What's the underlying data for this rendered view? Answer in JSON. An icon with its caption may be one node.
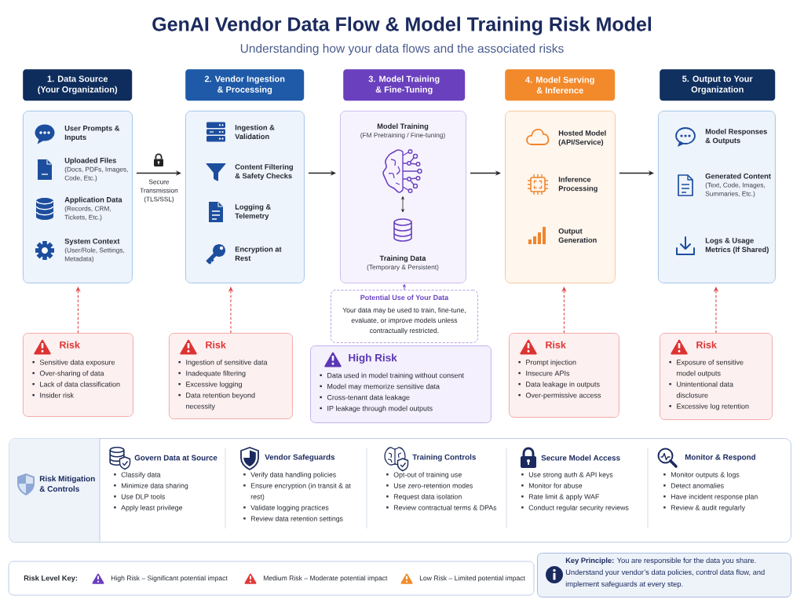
{
  "diagram": {
    "title": "GenAI Vendor Data Flow & Model Training Risk Model",
    "nodes": [
      {
        "text": [
          "1. Data Source (Your Organization)"
        ]
      },
      {
        "text": [
          "2. Vendor Ingestion & Processing"
        ]
      },
      {
        "text": [
          "3. Model Training & Fine-Tuning"
        ]
      },
      {
        "text": [
          "4. Model Serving & Inference"
        ]
      },
      {
        "text": [
          "5. Output to Your Organization"
        ]
      },
      {
        "text": [],
        "shape": "box"
      },
      {
        "text": [
          "User Prompts & Inputs"
        ],
        "in": 5
      },
      {
        "text": [
          "Uploaded Files",
          "(Docs, PDFs, Images, Code, Etc.)"
        ],
        "in": 5
      },
      {
        "text": [
          "Application Data",
          "(Records, CRM, Tickets, Etc.)"
        ],
        "in": 5
      },
      {
        "text": [
          "System Context",
          "(User/Role, Settings, Metadata)"
        ],
        "in": 5
      },
      {
        "text": [],
        "shape": "box"
      },
      {
        "text": [
          "Ingestion & Validation"
        ],
        "in": 10
      },
      {
        "text": [
          "Content Filtering & Safety Checks"
        ],
        "in": 10
      },
      {
        "text": [
          "Logging & Telemetry"
        ],
        "in": 10
      },
      {
        "text": [
          "Encryption at Rest"
        ],
        "in": 10
      },
      {
        "text": [],
        "shape": "box"
      },
      {
        "text": [
          "Model Training",
          "(FM Pretraining / Fine-tuning)"
        ],
        "in": 15
      },
      {
        "text": [
          "Training Data",
          "(Temporary & Persistent)"
        ],
        "in": 15
      },
      {
        "text": [],
        "shape": "box"
      },
      {
        "text": [
          "Hosted Model (API/Service)"
        ],
        "in": 18
      },
      {
        "text": [
          "Inference Processing"
        ],
        "in": 18
      },
      {
        "text": [
          "Output Generation"
        ],
        "in": 18
      },
      {
        "text": [],
        "shape": "box"
      },
      {
        "text": [
          "Model Responses & Outputs"
        ],
        "in": 22
      },
      {
        "text": [
          "Generated Content",
          "(Text, Code, Images, Summaries, Etc.)"
        ],
        "in": 22
      },
      {
        "text": [
          "Logs & Usage Metrics (If Shared)"
        ],
        "in": 22
      },
      {
        "text": [
          "Risk",
          "Sensitive data exposure",
          "Over-sharing of data",
          "Lack of data classification",
          "Insider risk"
        ]
      },
      {
        "text": [
          "Risk",
          "Ingestion of sensitive data",
          "Inadequate filtering",
          "Excessive logging",
          "Data retention beyond necessity"
        ]
      },
      {
        "text": [
          "Potential Use of Your Data",
          "Your data may be used to train, fine-tune, evaluate, or improve models unless contractually restricted."
        ]
      },
      {
        "text": [
          "High Risk",
          "Data used in model training without consent",
          "Model may memorize sensitive data",
          "Cross-tenant data leakage",
          "IP leakage through model outputs"
        ]
      },
      {
        "text": [
          "Risk",
          "Prompt injection",
          "Insecure APIs",
          "Data leakage in outputs",
          "Over-permissive access"
        ]
      },
      {
        "text": [
          "Risk",
          "Exposure of sensitive model outputs",
          "Unintentional data disclosure",
          "Excessive log retention"
        ]
      },
      {
        "text": [
          "Risk Mitigation & Controls"
        ]
      },
      {
        "text": [
          "Govern Data at Source",
          "Classify data",
          "Minimize data sharing",
          "Use DLP tools",
          "Apply least privilege"
        ],
        "in": 32
      },
      {
        "text": [
          "Vendor Safeguards",
          "Verify data handling policies",
          "Ensure encryption (in transit & at rest)",
          "Validate logging practices",
          "Review data retention settings"
        ],
        "in": 32
      },
      {
        "text": [
          "Training Controls",
          "Opt-out of training use",
          "Use zero-retention modes",
          "Request data isolation",
          "Review contractual terms & DPAs"
        ],
        "in": 32
      },
      {
        "text": [
          "Secure Model Access",
          "Use strong auth & API keys",
          "Monitor for abuse",
          "Rate limit & apply WAF",
          "Conduct regular security reviews"
        ],
        "in": 32
      },
      {
        "text": [
          "Monitor & Respond",
          "Monitor outputs & logs",
          "Detect anomalies",
          "Have incident response plan",
          "Review & audit regularly"
        ],
        "in": 32
      },
      {
        "text": [
          "**Key Principle:** You are responsible for the data you share. Understand your vendor’s data policies, control data flow, and implement safeguards at every step."
        ]
      }
    ],
    "edges": [
      {
        "from": 5,
        "to": 10,
        "arrow": "to",
        "label": "Secure Transmission (TLS/SSL)"
      },
      {
        "from": 10,
        "to": 15,
        "arrow": "to"
      },
      {
        "from": 15,
        "to": 18,
        "arrow": "to"
      },
      {
        "from": 18,
        "to": 22,
        "arrow": "to"
      },
      {
        "from": 16,
        "to": 17,
        "arrow": "both"
      },
      {
        "from": 26,
        "to": 5,
        "arrow": "to",
        "style": "dashed",
        "color": "#e04848"
      },
      {
        "from": 27,
        "to": 10,
        "arrow": "to",
        "style": "dashed",
        "color": "#e04848"
      },
      {
        "from": 28,
        "to": 15,
        "arrow": "to",
        "color": "#7b4fd0"
      },
      {
        "from": 30,
        "to": 18,
        "arrow": "to",
        "style": "dashed",
        "color": "#e04848"
      },
      {
        "from": 31,
        "to": 22,
        "arrow": "to",
        "style": "dashed",
        "color": "#e04848"
      }
    ],
    "labels": [
      "Understanding how your data flows and the associated risks",
      "Risk Level Key:"
    ],
    "legend": [
      {
        "text": "High Risk – Significant potential impact",
        "color": "#6b3fc0"
      },
      {
        "text": "Medium Risk – Moderate potential impact",
        "color": "#e03a3a"
      },
      {
        "text": "Low Risk – Limited potential impact",
        "color": "#f28b2c"
      }
    ]
  }
}
